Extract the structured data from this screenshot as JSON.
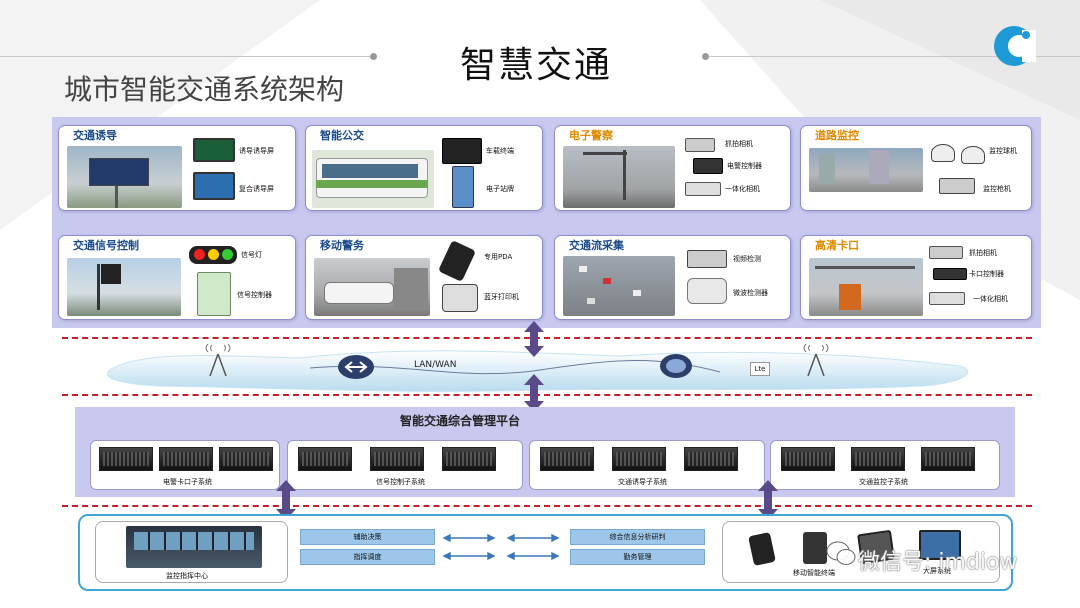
{
  "header": {
    "title": "智慧交通",
    "subtitle": "城市智能交通系统架构"
  },
  "top_cards": [
    {
      "title": "交通诱导",
      "title_color": "#1a4a8a",
      "devices": [
        "诱导诱导屏",
        "复合诱导屏"
      ]
    },
    {
      "title": "智能公交",
      "title_color": "#1a4a8a",
      "devices": [
        "车载终端",
        "电子站牌"
      ]
    },
    {
      "title": "电子警察",
      "title_color": "#e08a00",
      "devices": [
        "抓拍相机",
        "电警控制器",
        "一体化相机"
      ]
    },
    {
      "title": "道路监控",
      "title_color": "#e08a00",
      "devices": [
        "监控球机",
        "监控枪机"
      ]
    },
    {
      "title": "交通信号控制",
      "title_color": "#1a4a8a",
      "devices": [
        "信号灯",
        "信号控制器"
      ]
    },
    {
      "title": "移动警务",
      "title_color": "#1a4a8a",
      "devices": [
        "专用PDA",
        "蓝牙打印机"
      ]
    },
    {
      "title": "交通流采集",
      "title_color": "#1a4a8a",
      "devices": [
        "视频检测",
        "微波检测器"
      ]
    },
    {
      "title": "高清卡口",
      "title_color": "#e08a00",
      "devices": [
        "抓拍相机",
        "卡口控制器",
        "一体化相机"
      ]
    }
  ],
  "network": {
    "lan_label": "LAN/WAN",
    "lte_label": "Lte"
  },
  "platform": {
    "title": "智能交通综合管理平台",
    "subsystems": [
      "电警卡口子系统",
      "信号控制子系统",
      "交通诱导子系统",
      "交通监控子系统"
    ]
  },
  "bottom": {
    "command_center": "监控指挥中心",
    "functions_left": [
      "辅助决策",
      "指挥调度"
    ],
    "functions_right": [
      "综合信息分析研判",
      "勤务管理"
    ],
    "mobile_label": "移动智能终端",
    "mobile_label_2": "大屏系统"
  },
  "watermark": "微信号: imdiow",
  "colors": {
    "accent_blue": "#3fa6d6",
    "panel": "#c9c9f0",
    "dashed_red": "#c0202a",
    "arrow": "#5a4a8a"
  }
}
